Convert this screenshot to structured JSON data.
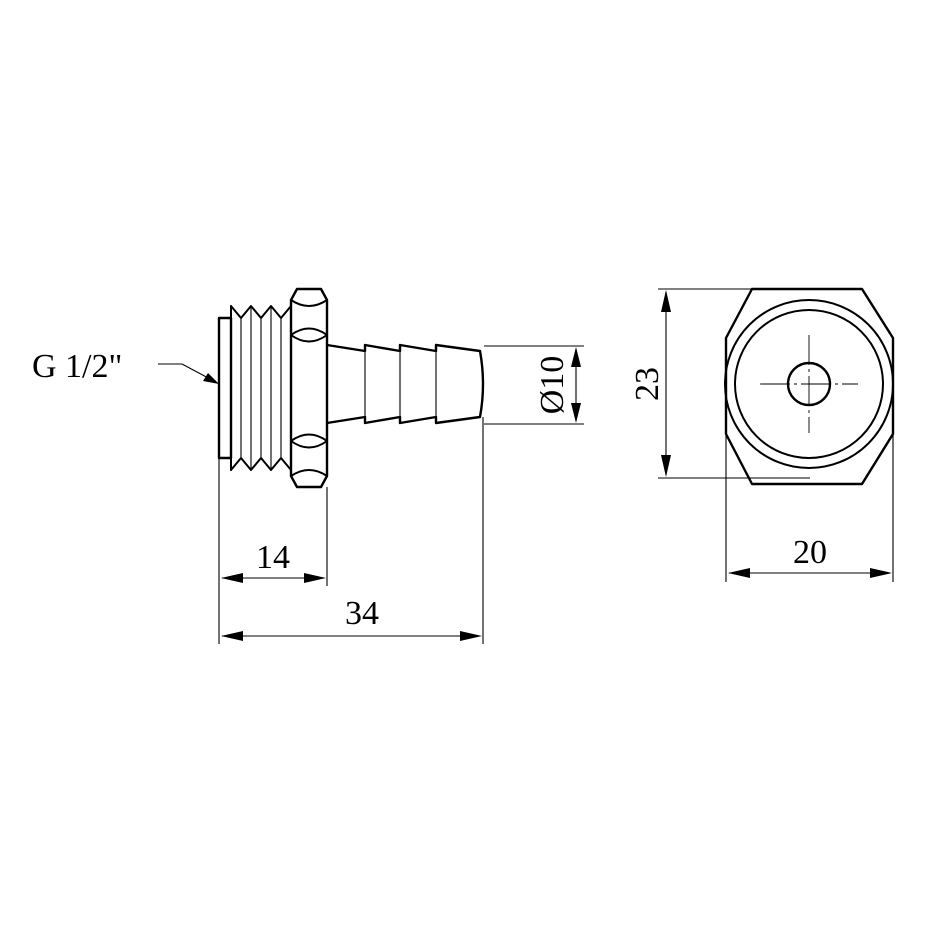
{
  "labels": {
    "thread": "G 1/2\"",
    "dim_thread_length": "14",
    "dim_total_length": "34",
    "dim_barb_diameter": "Ø10",
    "dim_hex_height": "23",
    "dim_hex_width": "20"
  }
}
